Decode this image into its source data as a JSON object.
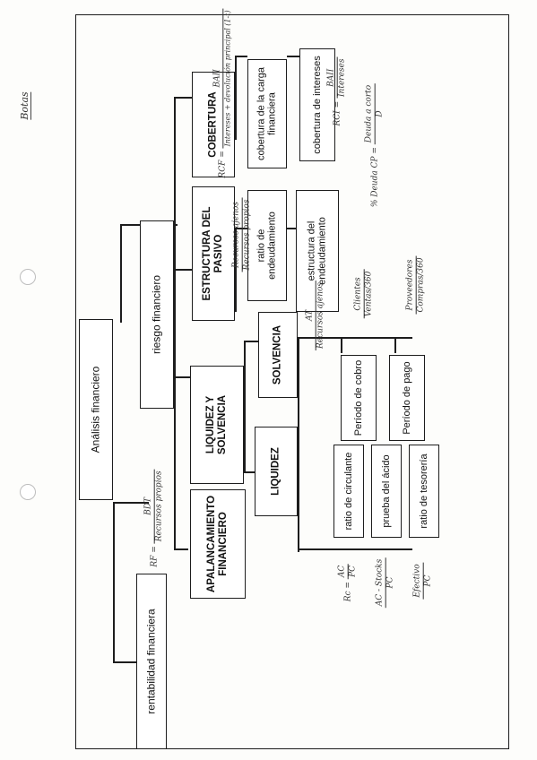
{
  "diagram": {
    "root": "Análisis financiero",
    "branches": {
      "rentabilidad": "rentabilidad financiera",
      "riesgo": "riesgo financiero"
    },
    "riesgo_children": {
      "apalancamiento": "APALANCAMIENTO FINANCIERO",
      "liquidez_y_solvencia": "LIQUIDEZ Y SOLVENCIA",
      "estructura": "ESTRUCTURA DEL PASIVO",
      "cobertura": "COBERTURA"
    },
    "liquidez_y_solvencia_children": {
      "liquidez": "LIQUIDEZ",
      "solvencia": "SOLVENCIA"
    },
    "liquidez_ratios": [
      "ratio de circulante",
      "prueba del ácido",
      "ratio de tesorería"
    ],
    "periodos": [
      "Período de cobro",
      "Período de pago"
    ],
    "estructura_ratios": [
      "ratio de endeudamiento",
      "estructura del endeudamiento"
    ],
    "cobertura_ratios": [
      "cobertura de la carga financiera",
      "cobertura de intereses"
    ]
  },
  "annotations": {
    "signature": "Botas",
    "rf": {
      "lhs": "RF =",
      "num": "BDT",
      "den": "Recursos propios"
    },
    "endeudamiento": {
      "num": "Recursos ajenos",
      "den": "Recursos propios"
    },
    "solvencia": {
      "num": "AT",
      "den": "Recursos ajenos"
    },
    "cobro": {
      "num": "Clientes",
      "den": "Ventas/360"
    },
    "pago": {
      "num": "Proveedores",
      "den": "Compras/360"
    },
    "carga": {
      "lhs": "RCF =",
      "num": "BAII",
      "den": "Intereses + devolución principal (1-t)"
    },
    "intereses": {
      "lhs": "RCI =",
      "num": "BAII",
      "den": "Intereses"
    },
    "deuda_cp": {
      "lhs": "% Deuda CP =",
      "num": "Deuda a corto",
      "den": "D"
    },
    "circulante": {
      "lhs": "Rc =",
      "num": "AC",
      "den": "PC"
    },
    "acido": {
      "num": "AC - Stocks",
      "den": "PC"
    },
    "tesoreria": {
      "num": "Efectivo",
      "den": "PC"
    }
  }
}
